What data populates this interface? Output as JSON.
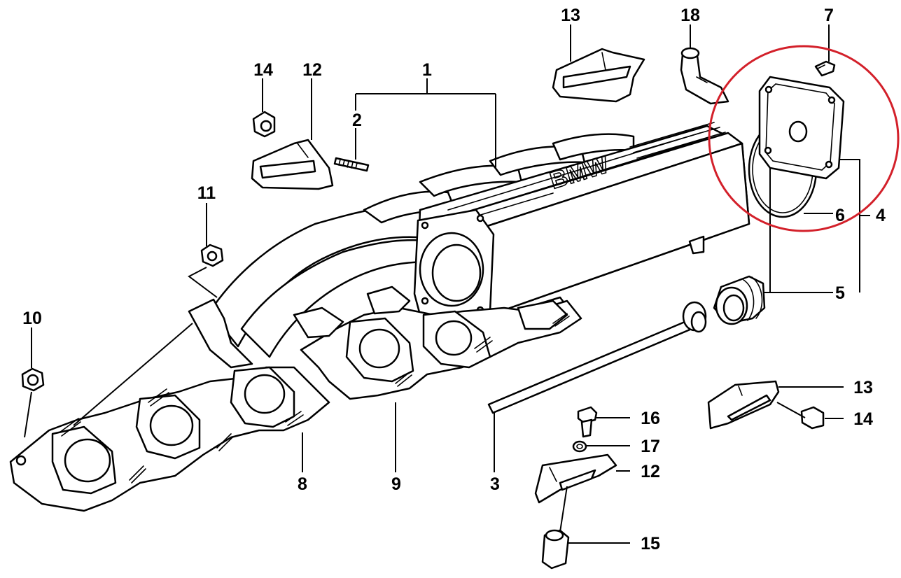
{
  "diagram": {
    "highlight_color": "#d3202a",
    "callouts": {
      "c1": "1",
      "c2": "2",
      "c3": "3",
      "c4": "4",
      "c5": "5",
      "c6": "6",
      "c7": "7",
      "c8": "8",
      "c9": "9",
      "c10": "10",
      "c11": "11",
      "c12a": "12",
      "c12b": "12",
      "c13a": "13",
      "c13b": "13",
      "c14a": "14",
      "c14b": "14",
      "c15": "15",
      "c16": "16",
      "c17": "17",
      "c18": "18"
    },
    "manifold_logo": "BMW"
  }
}
